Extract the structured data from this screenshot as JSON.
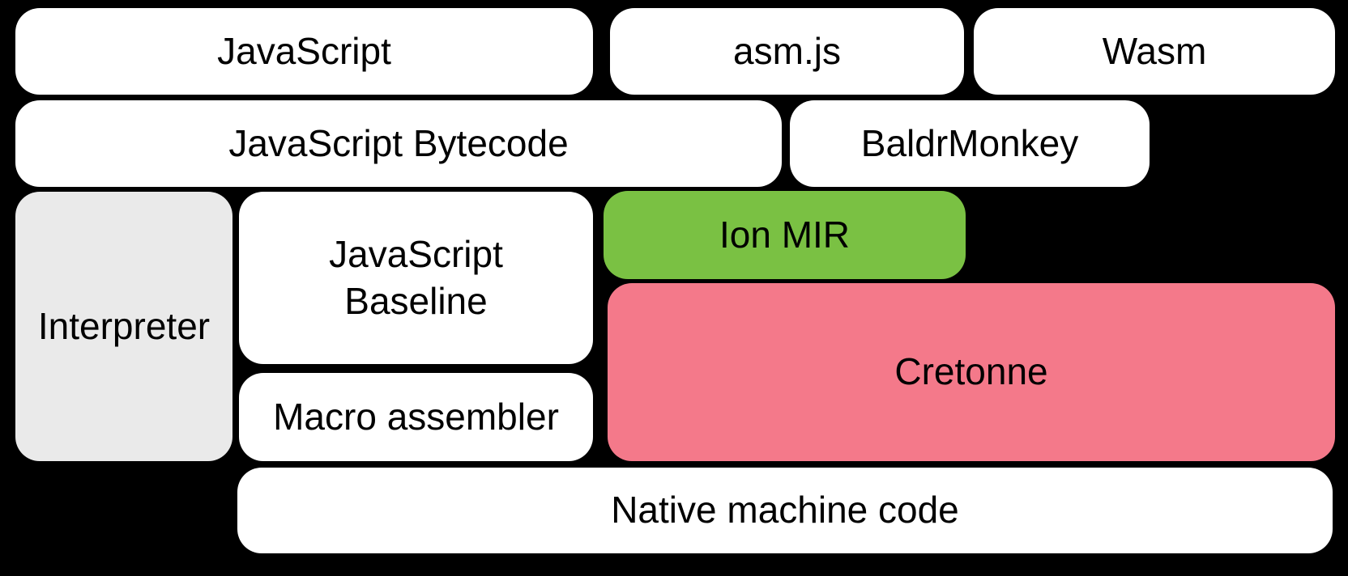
{
  "diagram": {
    "background_color": "#000000",
    "text_color": "#000000",
    "colors": {
      "box_default": "#ffffff",
      "interpreter_gray": "#eaeaea",
      "ion_mir_green": "#7ac143",
      "cretonne_pink": "#f4798a"
    },
    "boxes": {
      "javascript": {
        "label": "JavaScript"
      },
      "asmjs": {
        "label": "asm.js"
      },
      "wasm": {
        "label": "Wasm"
      },
      "bytecode": {
        "label": "JavaScript Bytecode"
      },
      "baldrmonkey": {
        "label": "BaldrMonkey"
      },
      "interpreter": {
        "label": "Interpreter"
      },
      "baseline": {
        "label": "JavaScript Baseline",
        "line1": "JavaScript",
        "line2": "Baseline"
      },
      "ion_mir": {
        "label": "Ion MIR"
      },
      "cretonne": {
        "label": "Cretonne"
      },
      "macro_assembler": {
        "label": "Macro assembler"
      },
      "native_code": {
        "label": "Native machine code"
      }
    }
  }
}
